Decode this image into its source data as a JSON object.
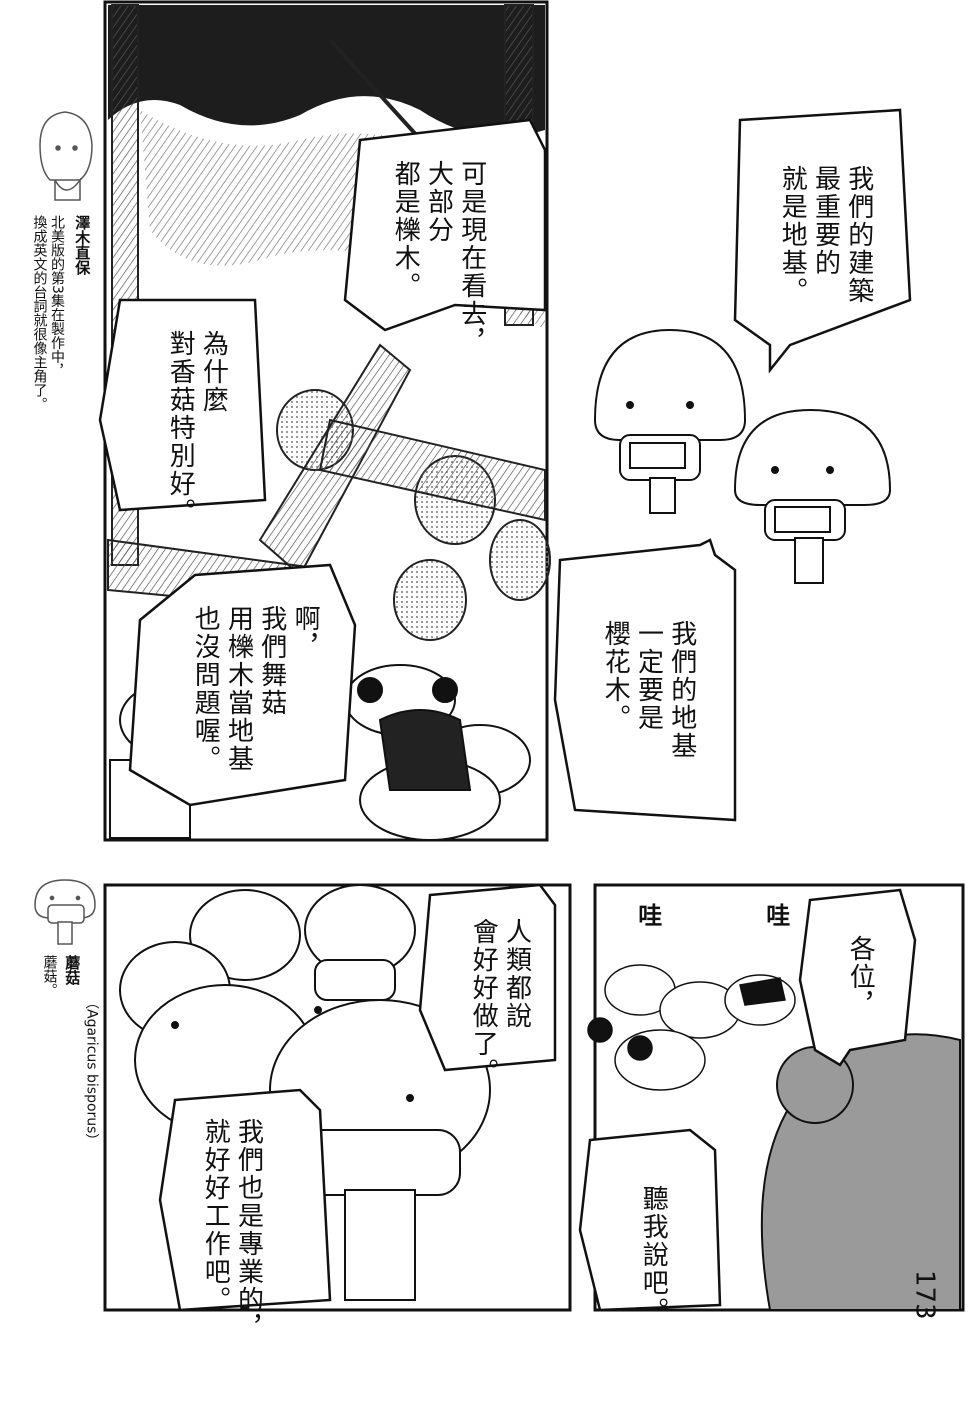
{
  "page_number": "173",
  "side_notes": {
    "top": {
      "name": "澤木直保",
      "body": "北美版的第3集在製作中，\n換成英文的台詞就很像主角了。"
    },
    "bottom": {
      "name": "蘑菇",
      "latin": "（Agaricus bisporus）",
      "body": "蘑菇。"
    }
  },
  "bubbles": {
    "b1": "我們的建築\n最重要的\n就是地基。",
    "b2": "可是現在看去，\n大部分\n都是櫟木。",
    "b3": "為什麼\n對香菇特別好。",
    "b4": "我們的地基\n一定要是\n櫻花木。",
    "b5": "啊，\n我們舞菇\n用櫟木當地基\n也沒問題喔。",
    "b6": "人類都說\n會好好做了。",
    "b7": "我們也是專業的，\n就好好工作吧。",
    "b8": "各位，",
    "b9": "聽我說吧。"
  },
  "sfx": {
    "wa1": "哇",
    "wa2": "哇"
  }
}
